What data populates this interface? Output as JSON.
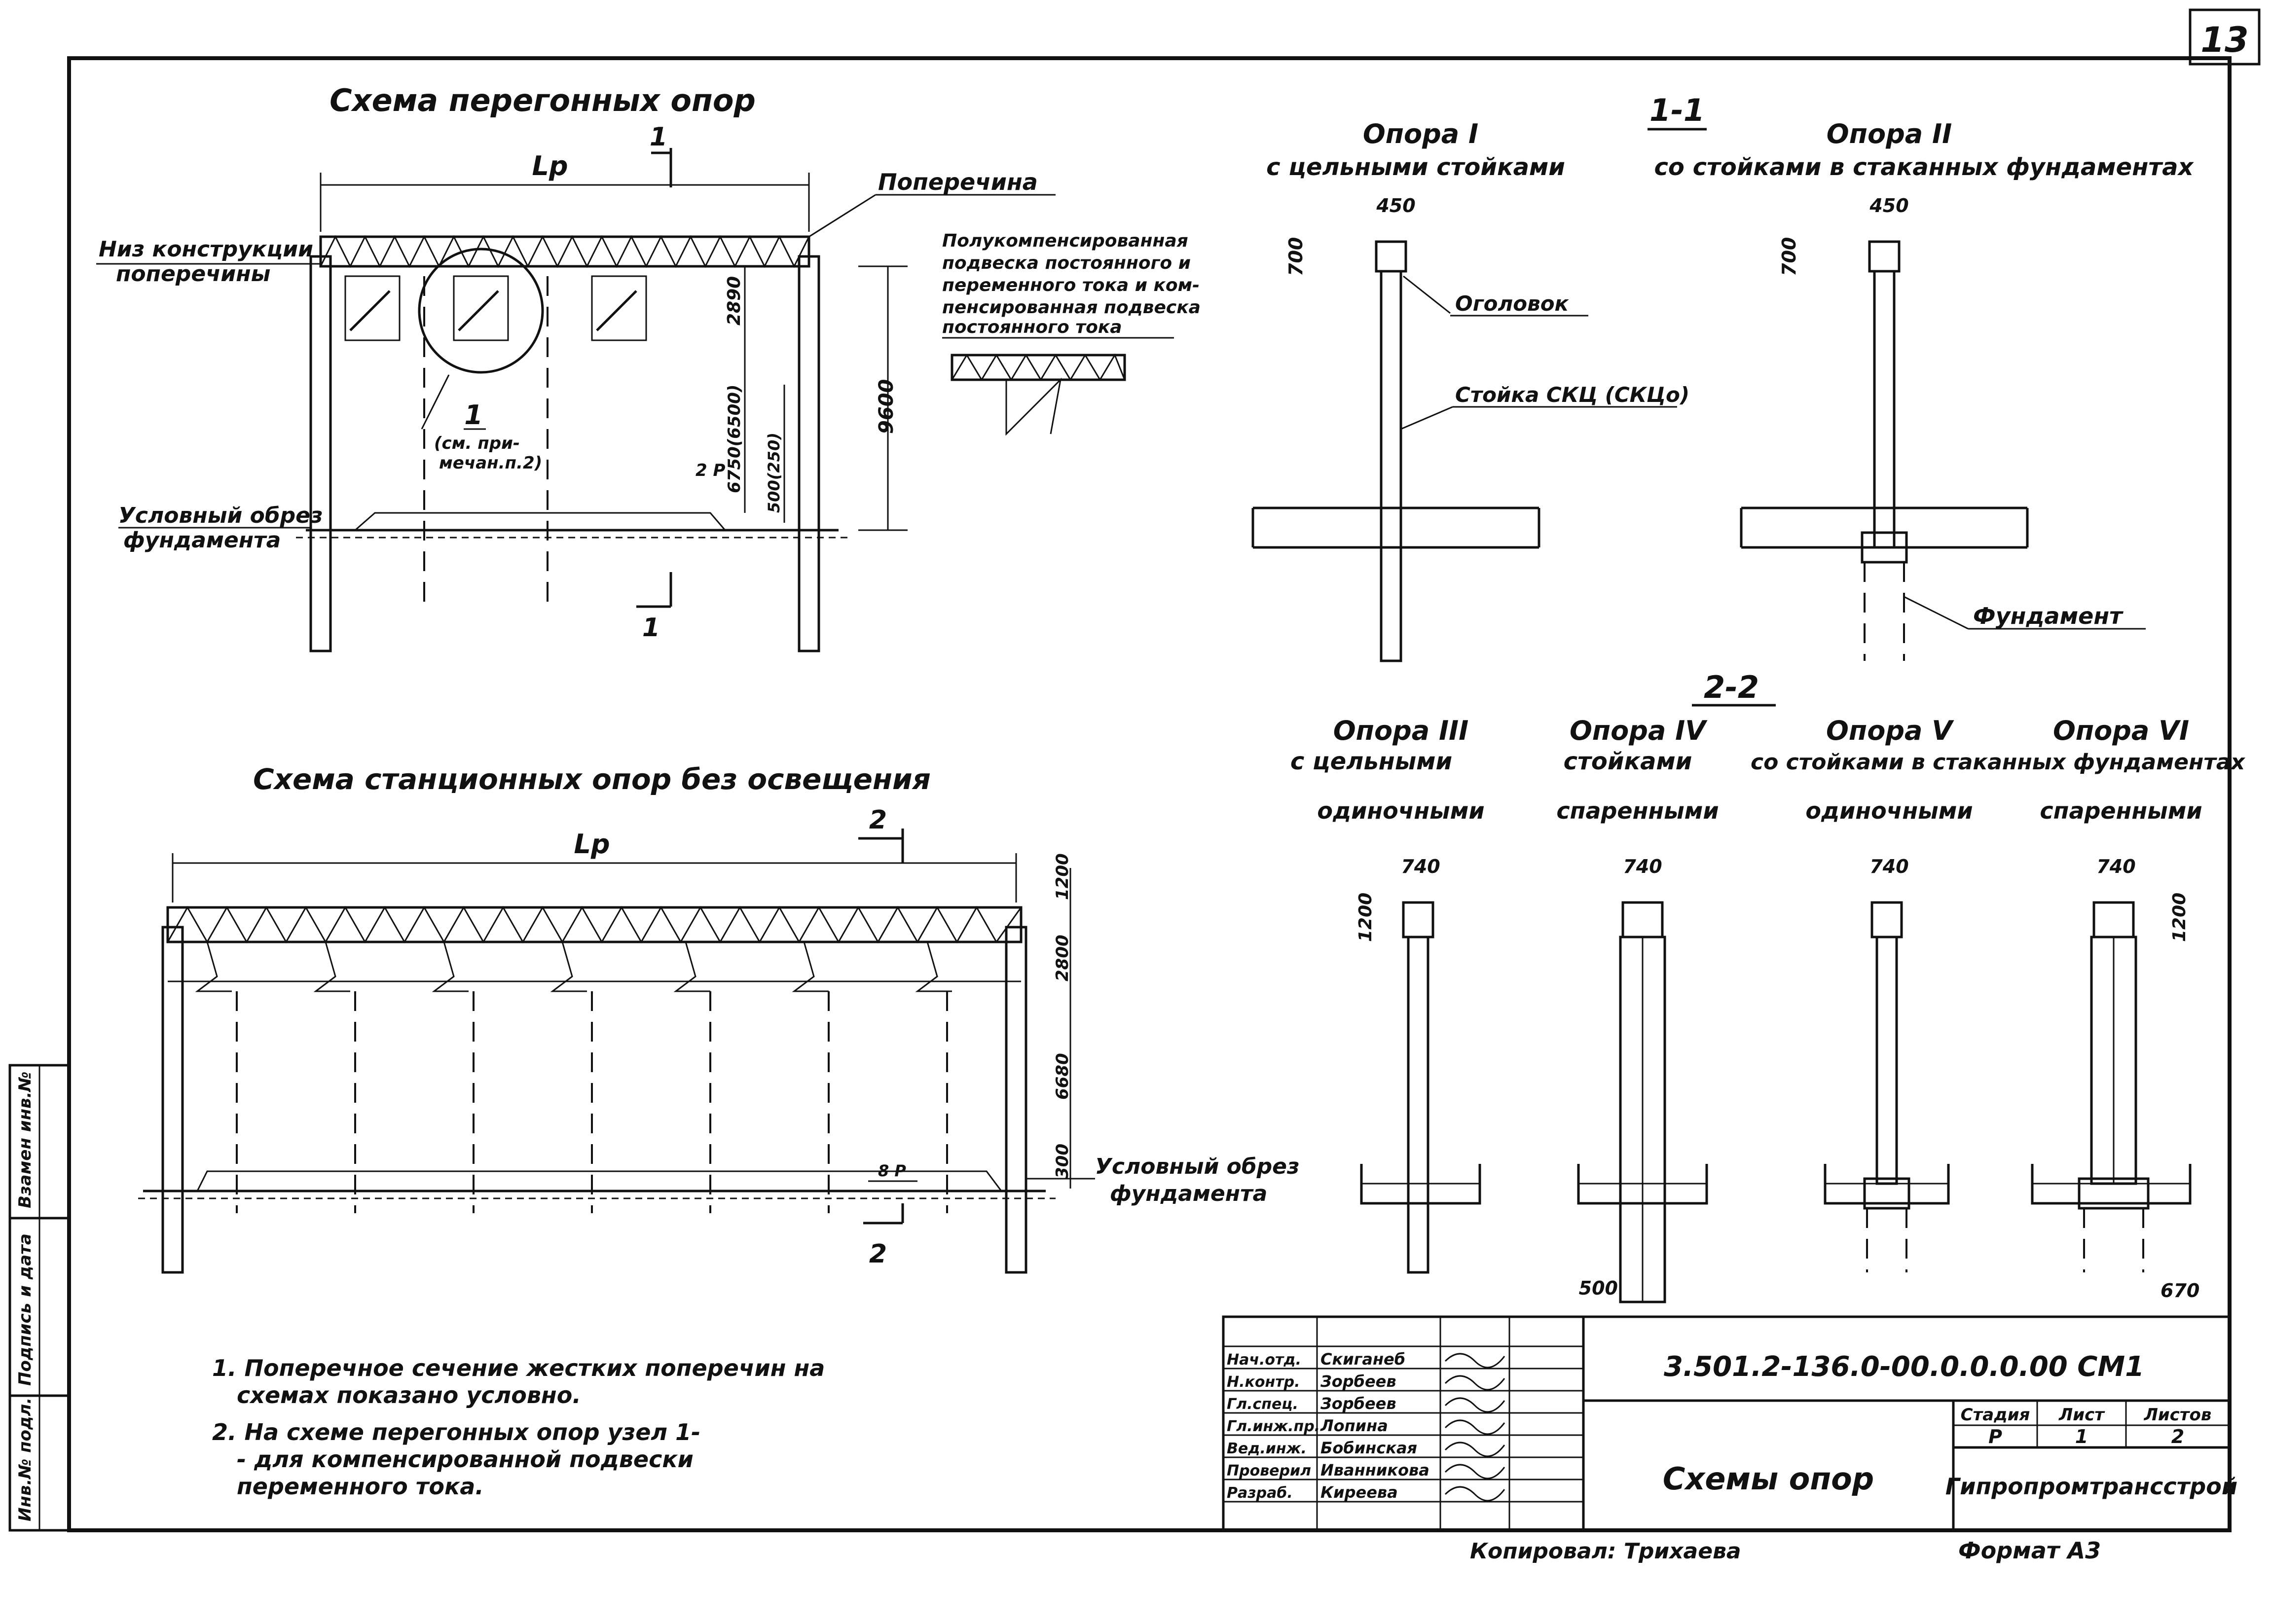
{
  "sheet": {
    "page_number": "13",
    "stamp_vertical": [
      "Инв.№ подл.",
      "Подпись и дата",
      "Взамен инв.№"
    ]
  },
  "top_left": {
    "title": "Схема перегонных опор",
    "span_label": "Lр",
    "section_mark": "1",
    "crossbar_label": "Поперечина",
    "bottom_label_line1": "Низ конструкции",
    "bottom_label_line2": "поперечины",
    "foundation_label_line1": "Условный обрез",
    "foundation_label_line2": "фундамента",
    "node_label": "1",
    "node_note_line1": "(см. при-",
    "node_note_line2": "мечан.п.2)",
    "dim_9600": "9600",
    "dim_2890": "2890",
    "dim_6750": "6750(6500)",
    "dim_500": "500(250)",
    "dim_2p": "2 Р"
  },
  "catenary_note": {
    "line1": "Полукомпенсированная",
    "line2": "подвеска постоянного и",
    "line3": "переменного тока и ком-",
    "line4": "пенсированная подвеска",
    "line5": "постоянного тока"
  },
  "section_11": {
    "title": "1-1",
    "support1_title": "Опора I",
    "support1_sub": "с цельными стойками",
    "support2_title": "Опора II",
    "support2_sub": "со стойками в стаканных фундаментах",
    "dim_450_a": "450",
    "dim_700_a": "700",
    "dim_450_b": "450",
    "dim_700_b": "700",
    "oголовок": "Оголовок",
    "stoika": "Стойка СКЦ (СКЦо)",
    "fundament": "Фундамент"
  },
  "section_22": {
    "title": "2-2",
    "s3_title": "Опора III",
    "s4_title": "Опора IV",
    "s5_title": "Опора V",
    "s6_title": "Опора VI",
    "sub_left1": "с цельными",
    "sub_left2": "стойками",
    "sub_right": "со стойками в стаканных фундаментах",
    "row3_a": "одиночными",
    "row3_b": "спаренными",
    "row3_c": "одиночными",
    "row3_d": "спаренными",
    "dim_740_a": "740",
    "dim_740_b": "740",
    "dim_740_c": "740",
    "dim_740_d": "740",
    "dim_1200_a": "1200",
    "dim_1200_b": "1200",
    "dim_500": "500",
    "dim_670": "670"
  },
  "bottom_left": {
    "title": "Схема станционных опор без освещения",
    "span_label": "Lр",
    "section_mark": "2",
    "dim_1200": "1200",
    "dim_2800": "2800",
    "dim_6680": "6680",
    "dim_300": "300",
    "dim_8p": "8 Р",
    "foundation_label_line1": "Условный обрез",
    "foundation_label_line2": "фундамента"
  },
  "notes": {
    "n1_line1": "1. Поперечное сечение жестких поперечин на",
    "n1_line2": "схемах показано условно.",
    "n2_line1": "2. На схеме перегонных опор узел 1-",
    "n2_line2": "- для компенсированной подвески",
    "n2_line3": "переменного тока."
  },
  "title_block": {
    "doc_code": "3.501.2-136.0-00.0.0.0.00 СМ1",
    "drawing_name": "Схемы опор",
    "stage_header": "Стадия",
    "sheet_header": "Лист",
    "sheets_header": "Листов",
    "stage": "Р",
    "sheet": "1",
    "sheets": "2",
    "org": "Гипропромтрансстрой",
    "roles": [
      "Нач.отд.",
      "Н.контр.",
      "Гл.спец.",
      "Гл.инж.пр.",
      "Вед.инж.",
      "Проверил",
      "Разраб."
    ],
    "names": [
      "Скиганеб",
      "Зорбеев",
      "Зорбеев",
      "Лопина",
      "Бобинская",
      "Иванникова",
      "Киреева"
    ],
    "copied_by": "Копировал: Трихаева",
    "format": "Формат А3"
  }
}
